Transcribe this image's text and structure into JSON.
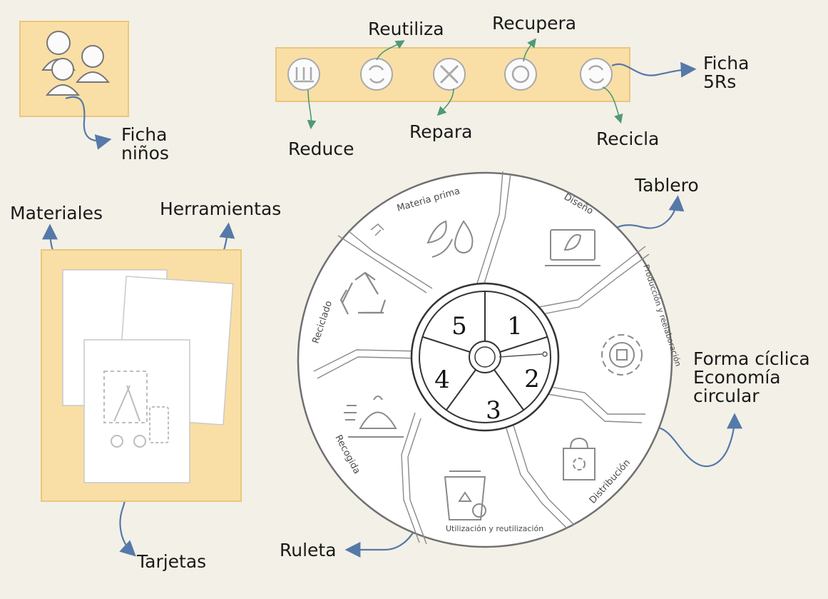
{
  "labels": {
    "ficha_ninos": "Ficha\nniños",
    "reutiliza": "Reutiliza",
    "recupera": "Recupera",
    "ficha_5rs": "Ficha\n5Rs",
    "reduce": "Reduce",
    "repara": "Repara",
    "recicla": "Recicla",
    "tablero": "Tablero",
    "materiales": "Materiales",
    "herramientas": "Herramientas",
    "forma_ciclica": "Forma cíclica\nEconomía\ncircular",
    "tarjetas": "Tarjetas",
    "ruleta": "Ruleta"
  },
  "board": {
    "segments": [
      "Materia prima",
      "Diseño",
      "Producción y reelaboración",
      "Distribución",
      "Utilización y reutilización",
      "Recogida",
      "Reciclado"
    ],
    "roulette_numbers": [
      "1",
      "2",
      "3",
      "4",
      "5"
    ]
  },
  "colors": {
    "background": "#f3f0e7",
    "card_fill": "#f9dfa6",
    "card_border": "#e9c77c",
    "arrow": "#5579a8",
    "green_arrow": "#4f9a74",
    "line": "#555555"
  },
  "icons": [
    "group-people-icon",
    "reduce-icon",
    "reuse-icon",
    "repair-icon",
    "recover-icon",
    "recycle-icon",
    "materia-prima-icon",
    "diseno-icon",
    "produccion-icon",
    "distribucion-icon",
    "utilizacion-icon",
    "recogida-icon",
    "reciclado-icon",
    "tools-icon"
  ]
}
